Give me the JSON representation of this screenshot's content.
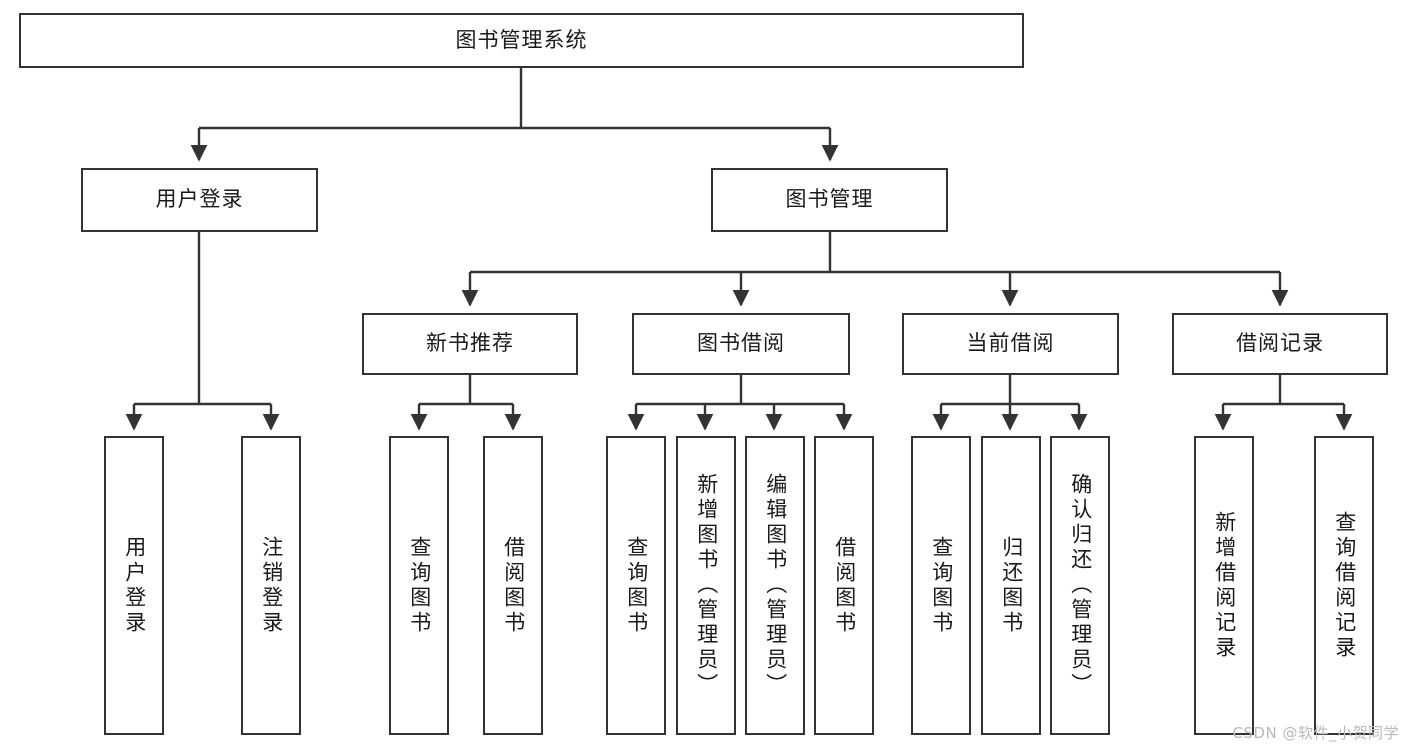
{
  "diagram": {
    "title": "图书管理系统",
    "type": "tree",
    "root": {
      "label": "图书管理系统"
    },
    "level2": [
      {
        "label": "用户登录"
      },
      {
        "label": "图书管理"
      }
    ],
    "level3": [
      {
        "label": "新书推荐"
      },
      {
        "label": "图书借阅"
      },
      {
        "label": "当前借阅"
      },
      {
        "label": "借阅记录"
      }
    ],
    "leaves": {
      "user_login": [
        {
          "label": "用户登录"
        },
        {
          "label": "注销登录"
        }
      ],
      "new_book_recommend": [
        {
          "label": "查询图书"
        },
        {
          "label": "借阅图书"
        }
      ],
      "book_borrow": [
        {
          "label": "查询图书"
        },
        {
          "label": "新增图书（管理员）"
        },
        {
          "label": "编辑图书（管理员）"
        },
        {
          "label": "借阅图书"
        }
      ],
      "current_borrow": [
        {
          "label": "查询图书"
        },
        {
          "label": "归还图书"
        },
        {
          "label": "确认归还（管理员）"
        }
      ],
      "borrow_record": [
        {
          "label": "新增借阅记录"
        },
        {
          "label": "查询借阅记录"
        }
      ]
    }
  },
  "watermark": {
    "text": "CSDN @软件_小贺同学"
  },
  "colors": {
    "stroke": "#333333",
    "fill": "#ffffff",
    "text": "#1a1a1a",
    "watermark": "#b9b9b9"
  }
}
